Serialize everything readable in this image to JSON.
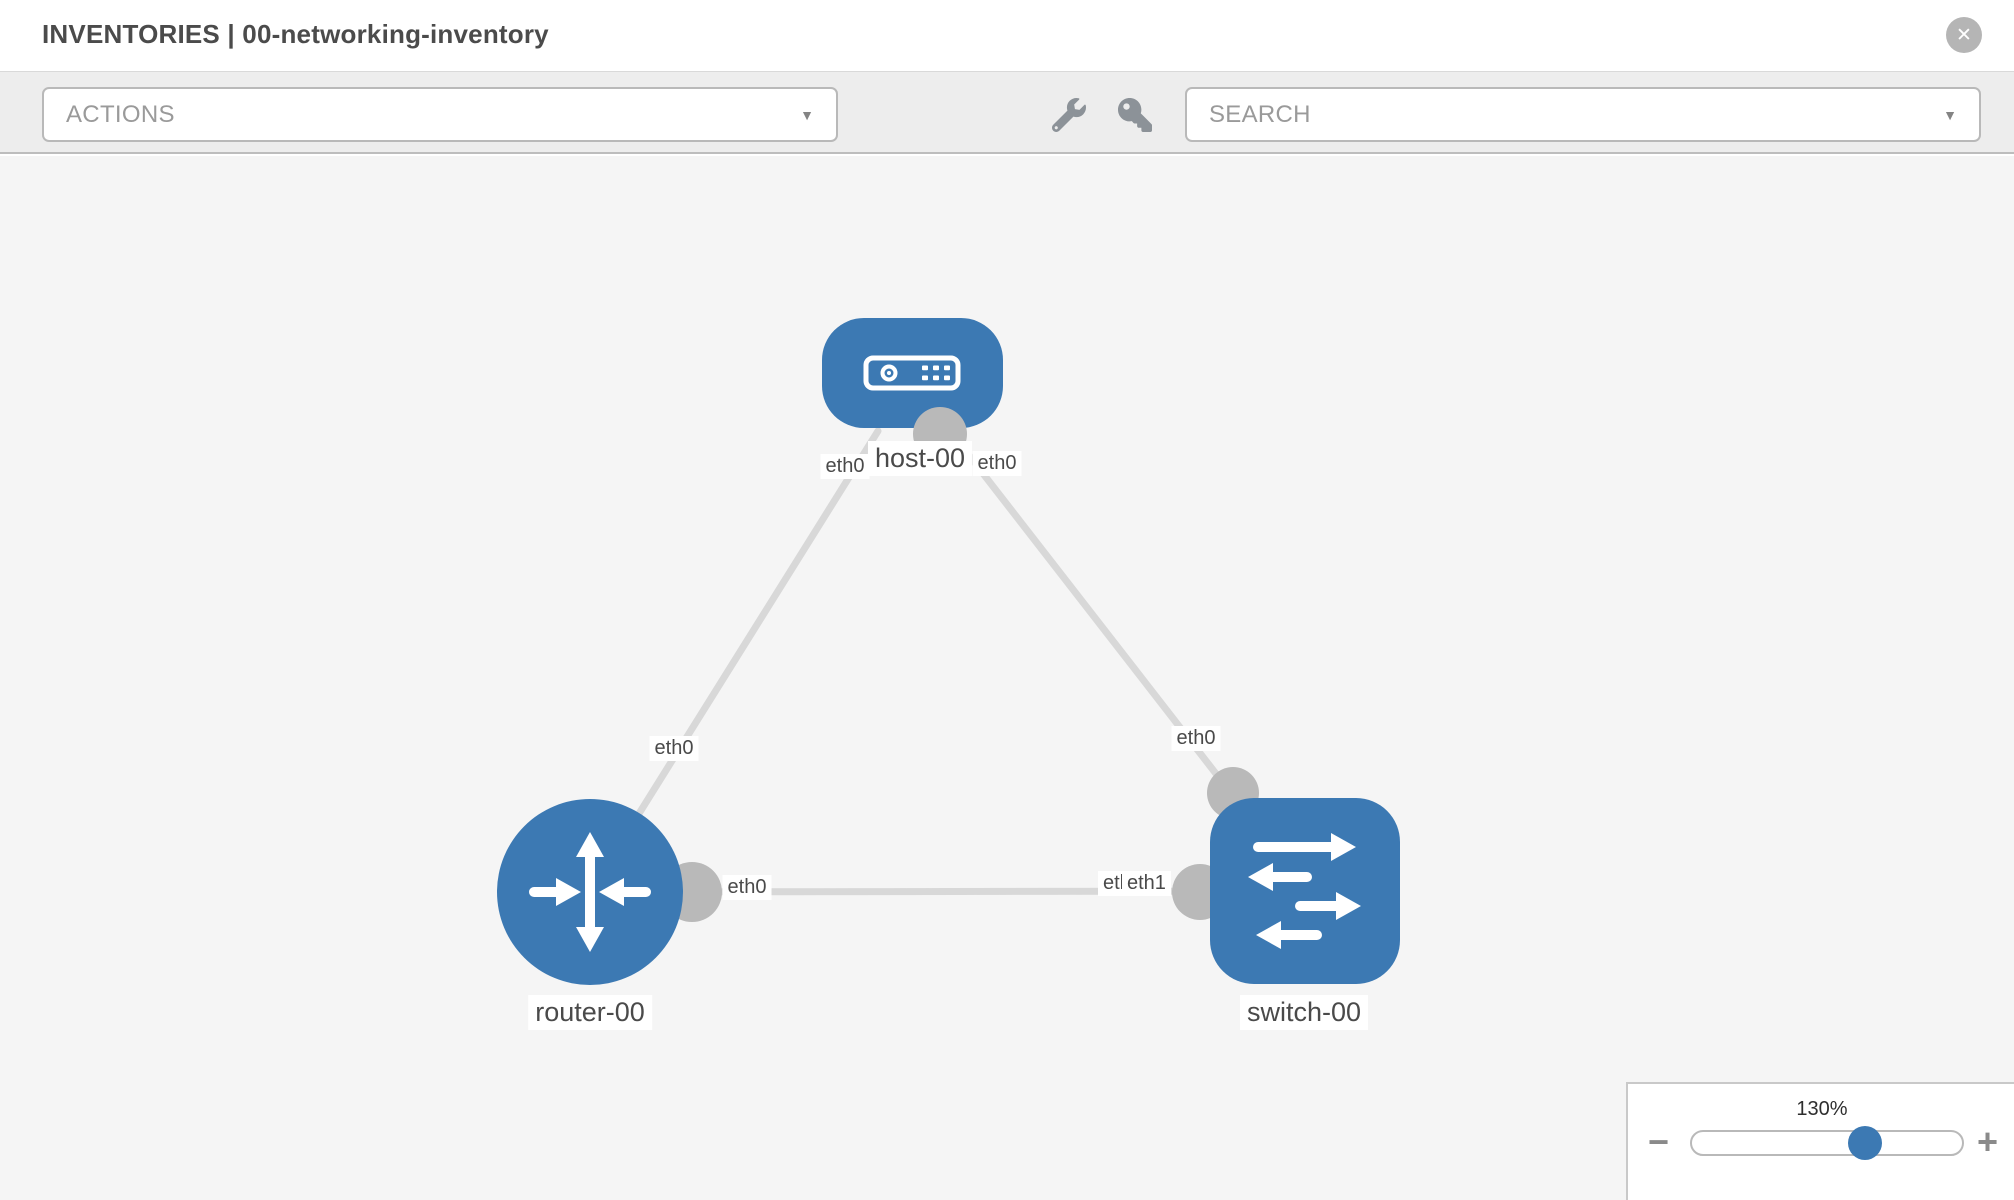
{
  "header": {
    "title": "INVENTORIES | 00-networking-inventory"
  },
  "toolbar": {
    "actions_label": "ACTIONS",
    "search_label": "SEARCH",
    "tool_icons": [
      "wrench-icon",
      "key-icon"
    ]
  },
  "icons": {
    "close": "✕",
    "caret_down": "▼",
    "zoom_out": "−",
    "zoom_in": "+"
  },
  "colors": {
    "accent_blue": "#3c79b3",
    "link_gray": "#d8d8d8",
    "port_gray": "#b9b9b9",
    "canvas_bg": "#f5f5f5"
  },
  "zoom": {
    "level": "130%",
    "slider_position_pct": 64
  },
  "topology": {
    "nodes": [
      {
        "id": "host-00",
        "label": "host-00",
        "type": "host"
      },
      {
        "id": "router-00",
        "label": "router-00",
        "type": "router"
      },
      {
        "id": "switch-00",
        "label": "switch-00",
        "type": "switch"
      }
    ],
    "links": [
      {
        "source": "host-00",
        "target": "router-00"
      },
      {
        "source": "host-00",
        "target": "switch-00"
      },
      {
        "source": "router-00",
        "target": "switch-00"
      }
    ],
    "interface_labels": [
      {
        "text": "eth0",
        "at": "host-side-of-host-router-link"
      },
      {
        "text": "eth0",
        "at": "host-side-of-host-switch-link"
      },
      {
        "text": "eth0",
        "at": "router-side-of-host-router-link"
      },
      {
        "text": "eth0",
        "at": "switch-side-of-host-switch-link"
      },
      {
        "text": "eth0",
        "at": "router-side-of-router-switch-link"
      },
      {
        "text": "eth0",
        "at": "switch-side-of-router-switch-link-partially-hidden"
      },
      {
        "text": "eth1",
        "at": "switch-side-of-router-switch-link"
      }
    ]
  }
}
